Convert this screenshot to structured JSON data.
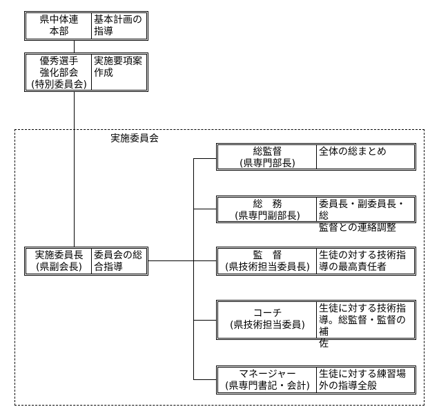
{
  "diagram": {
    "top_boxes": [
      {
        "role": "県中体連\n本部",
        "desc": "基本計画の\n指導"
      },
      {
        "role": "優秀選手\n強化部会\n(特別委員会)",
        "desc": "実施要項案\n作成"
      }
    ],
    "committee": {
      "title": "実施委員会",
      "chair": {
        "role": "実施委員長\n(県副会長)",
        "desc": "委員会の総\n合指導"
      },
      "members": [
        {
          "role": "総監督\n(県専門部長)",
          "desc": "全体の総まとめ"
        },
        {
          "role": "総　務\n(県専門副部長)",
          "desc": "委員長・副委員長・総\n監督との連絡調整"
        },
        {
          "role": "監　督\n(県技術担当委員長)",
          "desc": "生徒の対する技術指\n導の最高責任者"
        },
        {
          "role": "コーチ\n(県技術担当委員)",
          "desc": "生徒に対する技術指\n導。総監督・監督の補\n佐"
        },
        {
          "role": "マネージャー\n(県専門書記・会計)",
          "desc": "生徒に対する練習場\n外の指導全般"
        }
      ]
    }
  }
}
